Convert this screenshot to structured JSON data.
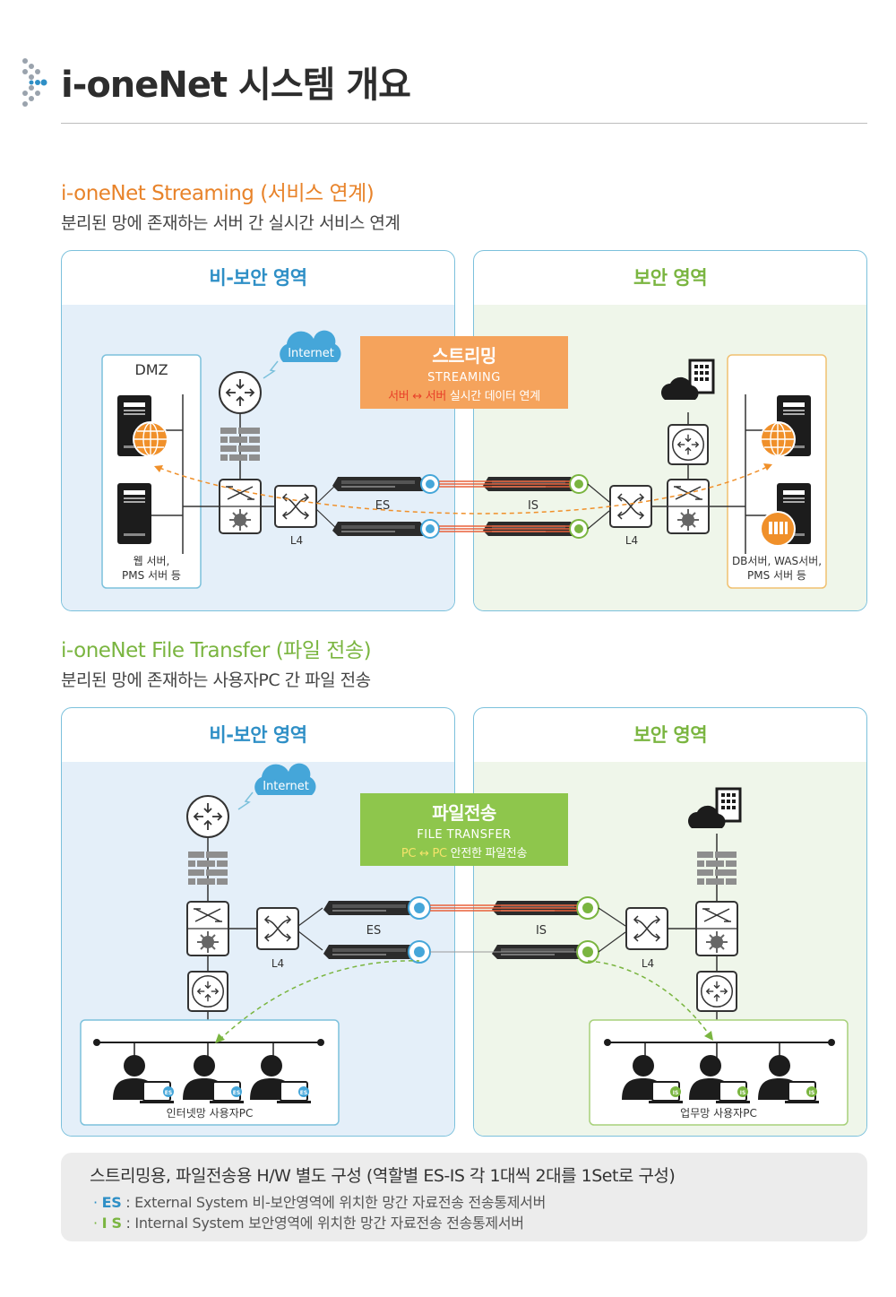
{
  "page": {
    "title": "i-oneNet 시스템 개요"
  },
  "colors": {
    "title_gray": "#2d2d2d",
    "streaming_orange": "#e8832a",
    "file_green": "#7ab540",
    "insecure_blue": "#2e8fc6",
    "secure_green": "#7ab540",
    "callout_orange": "#f5a35c",
    "callout_green": "#8ec64c",
    "link_red": "#e8603a"
  },
  "streaming": {
    "title": "i-oneNet Streaming (서비스 연계)",
    "subtitle": "분리된 망에 존재하는 서버 간 실시간 서비스 연계",
    "left_zone": "비-보안 영역",
    "right_zone": "보안 영역",
    "callout": {
      "title": "스트리밍",
      "en": "STREAMING",
      "desc_a": "서버",
      "desc_arrow": "↔",
      "desc_b": "서버",
      "desc_rest": "실시간 데이터 연계"
    },
    "internet": "Internet",
    "dmz": "DMZ",
    "left_servers_caption_1": "웹 서버,",
    "left_servers_caption_2": "PMS 서버 등",
    "right_servers_caption_1": "DB서버, WAS서버,",
    "right_servers_caption_2": "PMS 서버 등",
    "es": "ES",
    "is": "IS",
    "l4_left": "L4",
    "l4_right": "L4"
  },
  "file_transfer": {
    "title": "i-oneNet File Transfer (파일 전송)",
    "subtitle": "분리된 망에 존재하는 사용자PC 간 파일 전송",
    "left_zone": "비-보안 영역",
    "right_zone": "보안 영역",
    "callout": {
      "title": "파일전송",
      "en": "FILE TRANSFER",
      "desc_a": "PC",
      "desc_arrow": "↔",
      "desc_b": "PC",
      "desc_rest": "안전한 파일전송"
    },
    "internet": "Internet",
    "es": "ES",
    "is": "IS",
    "l4_left": "L4",
    "l4_right": "L4",
    "left_users_caption": "인터넷망 사용자PC",
    "right_users_caption": "업무망 사용자PC",
    "badge_es": "ES",
    "badge_is": "IS"
  },
  "note": {
    "headline": "스트리밍용, 파일전송용 H/W 별도 구성 (역할별 ES-IS 각 1대씩 2대를 1Set로 구성)",
    "bullet": "·",
    "es_key": "ES",
    "es_text": ": External System 비-보안영역에 위치한 망간 자료전송 전송통제서버",
    "is_key": "I S",
    "is_text": ": Internal System 보안영역에 위치한 망간 자료전송 전송통제서버"
  }
}
